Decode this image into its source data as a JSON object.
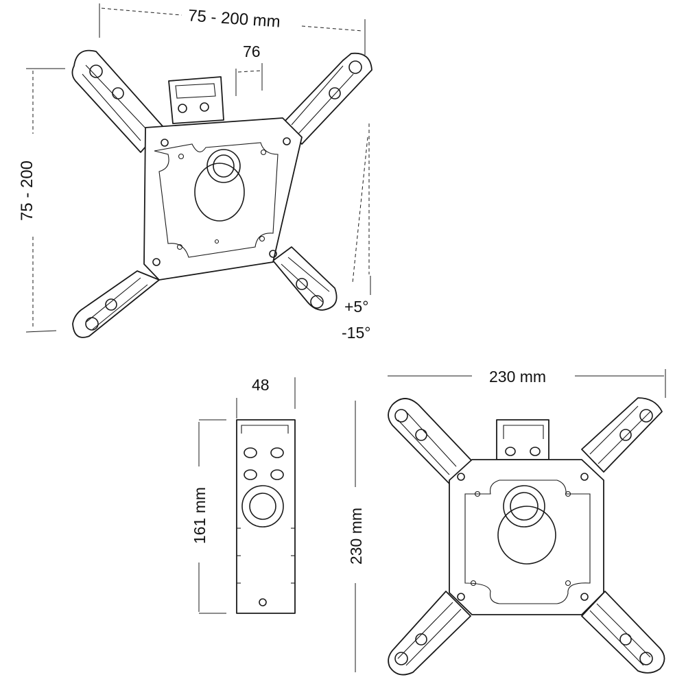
{
  "top_view": {
    "width_label": "75 - 200 mm",
    "height_label": "75 - 200",
    "offset_label": "76",
    "tilt_up_label": "+5°",
    "tilt_down_label": "-15°"
  },
  "side_view": {
    "width_label": "48",
    "height_label": "161 mm"
  },
  "front_view": {
    "width_label": "230 mm",
    "height_label": "230 mm"
  }
}
